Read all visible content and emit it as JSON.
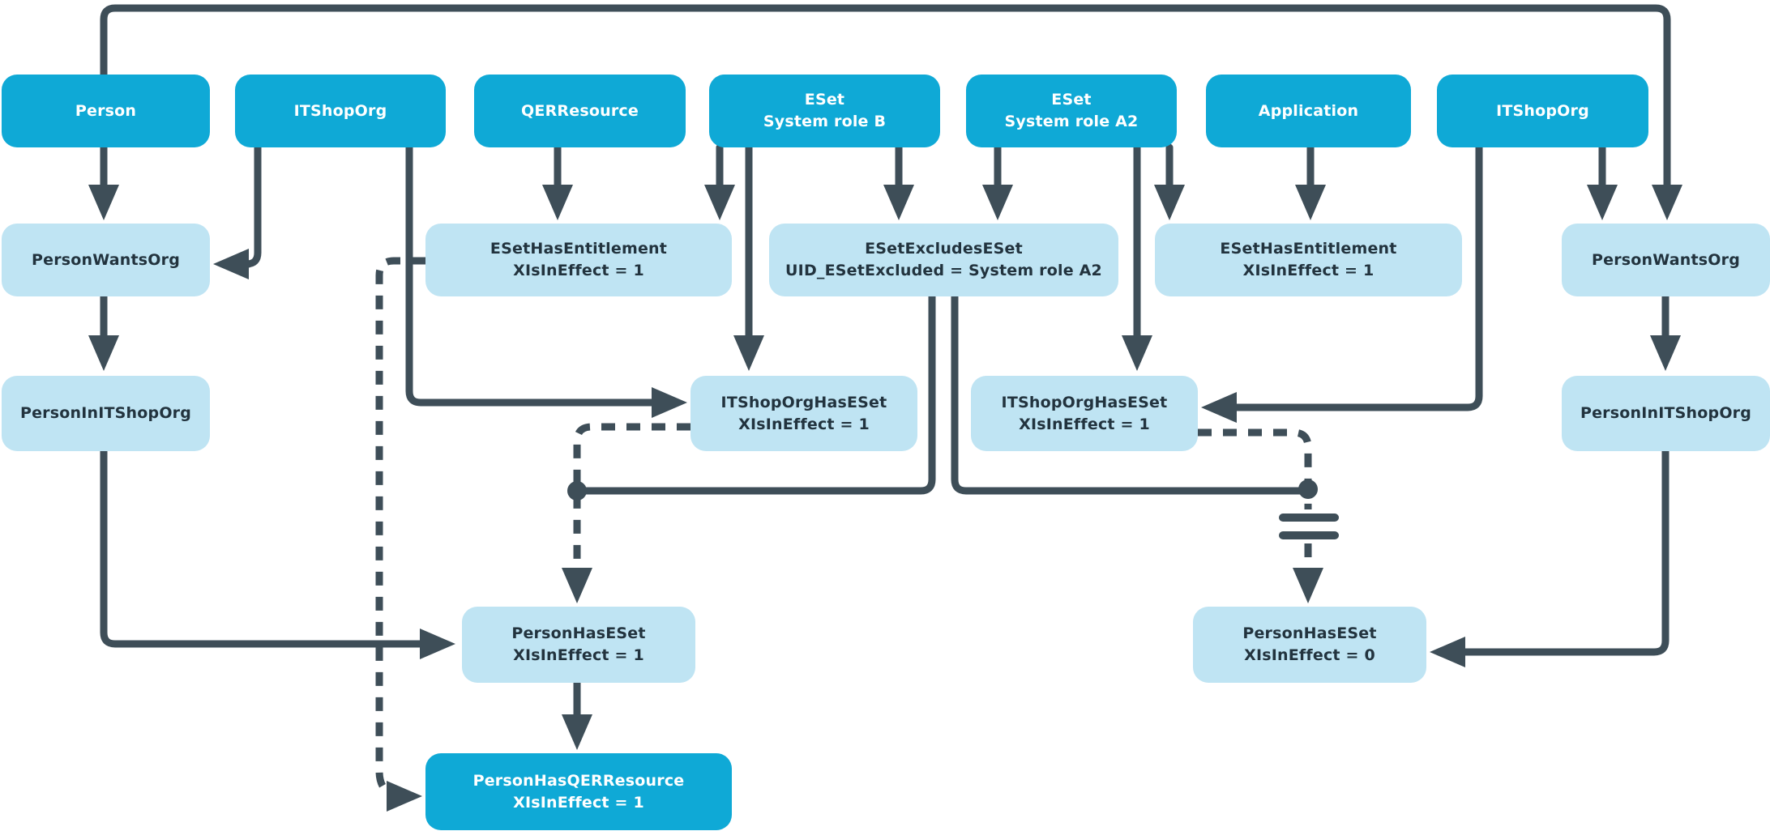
{
  "colors": {
    "entity_box": "#0FA9D6",
    "assignment_box": "#BFE4F3",
    "connector": "#3E4E58",
    "entity_text": "#FFFFFF",
    "assignment_text": "#22333E",
    "background": "#FFFFFF"
  },
  "nodes": [
    {
      "id": "person",
      "type": "entity",
      "lines": [
        "Person"
      ]
    },
    {
      "id": "itshoporg-left",
      "type": "entity",
      "lines": [
        "ITShopOrg"
      ]
    },
    {
      "id": "qerresource",
      "type": "entity",
      "lines": [
        "QERResource"
      ]
    },
    {
      "id": "eset-system-role-b",
      "type": "entity",
      "lines": [
        "ESet",
        "System role B"
      ]
    },
    {
      "id": "eset-system-role-a2",
      "type": "entity",
      "lines": [
        "ESet",
        "System role A2"
      ]
    },
    {
      "id": "application",
      "type": "entity",
      "lines": [
        "Application"
      ]
    },
    {
      "id": "itshoporg-right",
      "type": "entity",
      "lines": [
        "ITShopOrg"
      ]
    },
    {
      "id": "personwantsorg-left",
      "type": "assignment",
      "lines": [
        "PersonWantsOrg"
      ]
    },
    {
      "id": "esethasentitlement-left",
      "type": "assignment",
      "lines": [
        "ESetHasEntitlement",
        "XIsInEffect = 1"
      ]
    },
    {
      "id": "esetexcludeseset",
      "type": "assignment",
      "lines": [
        "ESetExcludesESet",
        "UID_ESetExcluded = System role A2"
      ]
    },
    {
      "id": "esethasentitlement-right",
      "type": "assignment",
      "lines": [
        "ESetHasEntitlement",
        "XIsInEffect = 1"
      ]
    },
    {
      "id": "personwantsorg-right",
      "type": "assignment",
      "lines": [
        "PersonWantsOrg"
      ]
    },
    {
      "id": "personinitshoporg-left",
      "type": "assignment",
      "lines": [
        "PersonInITShopOrg"
      ]
    },
    {
      "id": "itshoporghaseset-left",
      "type": "assignment",
      "lines": [
        "ITShopOrgHasESet",
        "XIsInEffect = 1"
      ]
    },
    {
      "id": "itshoporghaseset-right",
      "type": "assignment",
      "lines": [
        "ITShopOrgHasESet",
        "XIsInEffect = 1"
      ]
    },
    {
      "id": "personinitshoporg-right",
      "type": "assignment",
      "lines": [
        "PersonInITShopOrg"
      ]
    },
    {
      "id": "personhaseset-active",
      "type": "assignment",
      "lines": [
        "PersonHasESet",
        "XIsInEffect = 1"
      ]
    },
    {
      "id": "personhaseset-inactive",
      "type": "assignment",
      "lines": [
        "PersonHasESet",
        "XIsInEffect = 0"
      ]
    },
    {
      "id": "personhasqerresource",
      "type": "entity",
      "lines": [
        "PersonHasQERResource",
        "XIsInEffect = 1"
      ]
    }
  ],
  "edges": [
    {
      "from": "person",
      "to": "personwantsorg-right",
      "style": "solid",
      "arrow": true,
      "route": "top-loop"
    },
    {
      "from": "person",
      "to": "personwantsorg-left",
      "style": "solid",
      "arrow": true
    },
    {
      "from": "personwantsorg-left",
      "to": "personinitshoporg-left",
      "style": "solid",
      "arrow": true
    },
    {
      "from": "personinitshoporg-left",
      "to": "personhaseset-active",
      "style": "solid",
      "arrow": true
    },
    {
      "from": "itshoporg-left",
      "to": "personwantsorg-left",
      "style": "solid",
      "arrow": true
    },
    {
      "from": "itshoporg-left",
      "to": "itshoporghaseset-left",
      "style": "solid",
      "arrow": true
    },
    {
      "from": "qerresource",
      "to": "esethasentitlement-left",
      "style": "solid",
      "arrow": true
    },
    {
      "from": "eset-system-role-b",
      "to": "esethasentitlement-left",
      "style": "solid",
      "arrow": true
    },
    {
      "from": "eset-system-role-b",
      "to": "itshoporghaseset-left",
      "style": "solid",
      "arrow": true
    },
    {
      "from": "eset-system-role-b",
      "to": "esetexcludeseset",
      "style": "solid",
      "arrow": true
    },
    {
      "from": "eset-system-role-a2",
      "to": "esetexcludeseset",
      "style": "solid",
      "arrow": true
    },
    {
      "from": "eset-system-role-a2",
      "to": "itshoporghaseset-right",
      "style": "solid",
      "arrow": true
    },
    {
      "from": "eset-system-role-a2",
      "to": "esethasentitlement-right",
      "style": "solid",
      "arrow": true
    },
    {
      "from": "application",
      "to": "esethasentitlement-right",
      "style": "solid",
      "arrow": true
    },
    {
      "from": "itshoporg-right",
      "to": "itshoporghaseset-right",
      "style": "solid",
      "arrow": true
    },
    {
      "from": "itshoporg-right",
      "to": "personwantsorg-right",
      "style": "solid",
      "arrow": true
    },
    {
      "from": "personwantsorg-right",
      "to": "personinitshoporg-right",
      "style": "solid",
      "arrow": true
    },
    {
      "from": "personinitshoporg-right",
      "to": "personhaseset-inactive",
      "style": "solid",
      "arrow": true
    },
    {
      "from": "esetexcludeseset",
      "to": "junction-left",
      "style": "solid",
      "arrow": false
    },
    {
      "from": "esetexcludeseset",
      "to": "junction-right",
      "style": "solid",
      "arrow": false
    },
    {
      "from": "esethasentitlement-left",
      "to": "personhasqerresource",
      "style": "dashed",
      "arrow": true
    },
    {
      "from": "itshoporghaseset-left",
      "to": "personhaseset-active",
      "style": "dashed",
      "arrow": true
    },
    {
      "from": "itshoporghaseset-right",
      "to": "personhaseset-inactive",
      "style": "dashed",
      "arrow": true,
      "through": "inhibit-symbol"
    },
    {
      "from": "personhaseset-active",
      "to": "personhasqerresource",
      "style": "solid",
      "arrow": true
    }
  ]
}
